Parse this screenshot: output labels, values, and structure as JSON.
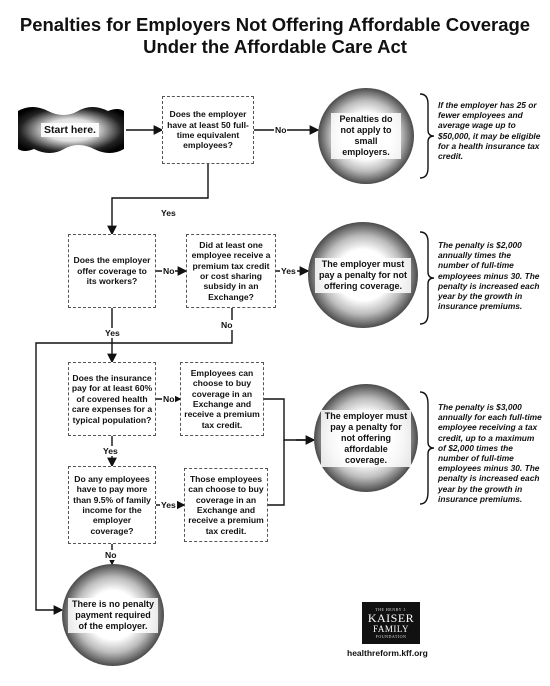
{
  "title": {
    "line1": "Penalties for Employers Not Offering Affordable Coverage",
    "line2": "Under the Affordable Care Act"
  },
  "start": {
    "label": "Start here."
  },
  "boxes": {
    "q1": "Does the employer have at least 50 full-time equivalent employees?",
    "q2": "Does the employer offer coverage to its workers?",
    "q3": "Did at least one employee receive a premium tax credit or cost sharing subsidy in an Exchange?",
    "q4": "Does the insurance pay for at least 60% of covered health care expenses for a typical population?",
    "q5": "Employees can choose to buy coverage in an Exchange and receive a premium tax credit.",
    "q6": "Do any employees have to pay more than 9.5% of family income for the employer coverage?",
    "q7": "Those employees can choose to buy coverage in an Exchange and receive a premium tax credit."
  },
  "circles": {
    "c1": "Penalties do not apply to small employers.",
    "c2": "The employer must pay a penalty for not offering coverage.",
    "c3": "The employer must pay a penalty for not offering affordable coverage.",
    "c4": "There is no penalty payment required of the employer."
  },
  "notes": {
    "n1": "If the employer has 25 or fewer employees and average wage up to $50,000, it may be eligible for a health insurance tax credit.",
    "n2": "The penalty is $2,000 annually times the number of full-time employees minus 30. The penalty is increased each year by the growth in insurance premiums.",
    "n3": "The penalty is $3,000 annually for each full-time employee receiving a tax credit, up to a maximum of $2,000 times the number of full-time employees minus 30. The penalty is increased each year by the growth in insurance premiums."
  },
  "labels": {
    "q1_no": "No",
    "q1_yes": "Yes",
    "q2_no": "No",
    "q2_yes": "Yes",
    "q3_yes": "Yes",
    "q3_no": "No",
    "q4_no": "No",
    "q4_yes": "Yes",
    "q6_yes": "Yes",
    "q6_no": "No"
  },
  "logo": {
    "top": "THE HENRY J.",
    "kaiser": "KAISER",
    "family": "FAMILY",
    "bottom": "FOUNDATION"
  },
  "url": "healthreform.kff.org"
}
